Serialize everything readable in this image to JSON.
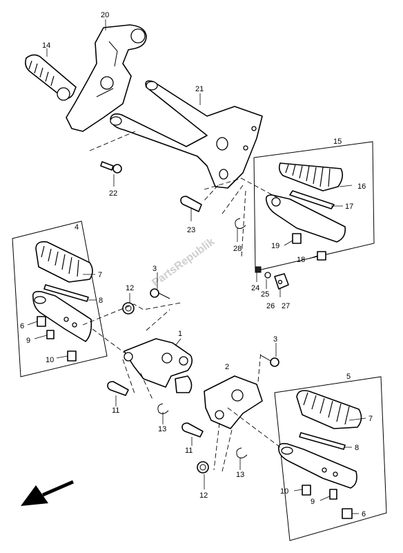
{
  "watermark": "PartsRepublik",
  "callouts": {
    "c1": "1",
    "c2": "2",
    "c3a": "3",
    "c3b": "3",
    "c4": "4",
    "c5": "5",
    "c6a": "6",
    "c6b": "6",
    "c7a": "7",
    "c7b": "7",
    "c8a": "8",
    "c8b": "8",
    "c9a": "9",
    "c9b": "9",
    "c10a": "10",
    "c10b": "10",
    "c11a": "11",
    "c11b": "11",
    "c12a": "12",
    "c12b": "12",
    "c13a": "13",
    "c13b": "13",
    "c14": "14",
    "c15": "15",
    "c16": "16",
    "c17": "17",
    "c18": "18",
    "c19": "19",
    "c20": "20",
    "c21": "21",
    "c22": "22",
    "c23": "23",
    "c24": "24",
    "c25": "25",
    "c26": "26",
    "c27": "27",
    "c28": "28"
  },
  "icons": {
    "direction_arrow": "front-direction-arrow-icon"
  }
}
